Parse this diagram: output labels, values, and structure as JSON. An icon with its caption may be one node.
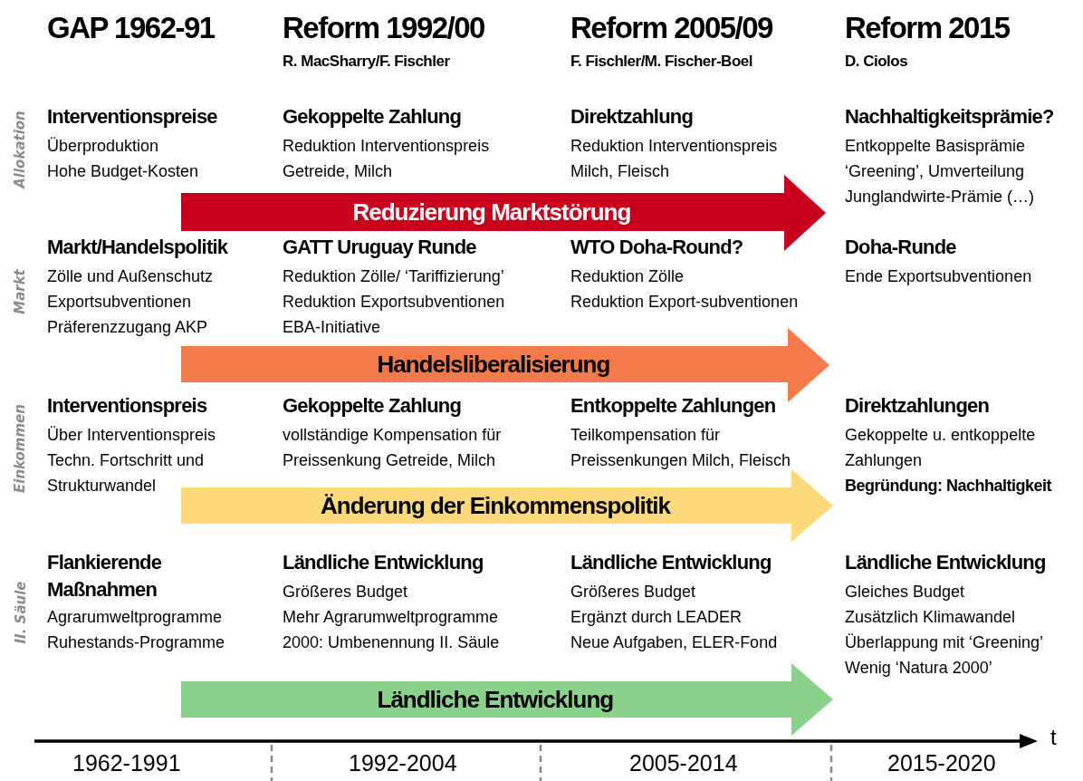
{
  "diagram": {
    "nodes": [
      {
        "text": [
          "Reduzierung Marktstörung"
        ]
      },
      {
        "text": [
          "Handelsliberalisierung"
        ]
      },
      {
        "text": [
          "Änderung der Einkommenspolitik"
        ]
      },
      {
        "text": [
          "Ländliche Entwicklung"
        ]
      }
    ],
    "labels": [
      "GAP 1962-91",
      "Reform 1992/00",
      "Reform 2005/09",
      "Reform 2015",
      "R. MacSharry/F. Fischler",
      "F. Fischler/M. Fischer-Boel",
      "D. Ciolos",
      "Allokation",
      "Interventionspreise",
      "Überproduktion",
      "Hohe Budget-Kosten",
      "Gekoppelte Zahlung",
      "Reduktion Interventionspreis",
      "Getreide, Milch",
      "Direktzahlung",
      "Reduktion Interventionspreis",
      "Milch, Fleisch",
      "Nachhaltigkeitsprämie?",
      "Entkoppelte Basisprämie",
      "‘Greening’, Umverteilung",
      "Junglandwirte-Prämie (…)",
      "Markt",
      "Markt/Handelspolitik",
      "Zölle und Außenschutz",
      "Exportsubventionen",
      "Präferenzzugang AKP",
      "GATT Uruguay Runde",
      "Reduktion Zölle/ ‘Tariffizierung’",
      "Reduktion Exportsubventionen",
      "EBA-Initiative",
      "WTO Doha-Round?",
      "Reduktion Zölle",
      "Reduktion Export-subventionen",
      "Doha-Runde",
      "Ende Exportsubventionen",
      "Einkommen",
      "Interventionspreis",
      "Über Interventionspreis",
      "Techn. Fortschritt und Strukturwandel",
      "Gekoppelte Zahlung",
      "vollständige Kompensation für Preissenkung Getreide, Milch",
      "Entkoppelte Zahlungen",
      "Teilkompensation für Preissenkungen Milch, Fleisch",
      "Direktzahlungen",
      "Gekoppelte u. entkoppelte Zahlungen",
      "Begründung: Nachhaltigkeit",
      "II. Säule",
      "Flankierende Maßnahmen",
      "Agrarumweltprogramme",
      "Ruhestands-Programme",
      "Ländliche Entwicklung",
      "Größeres Budget",
      "Mehr Agrarumweltprogramme",
      "2000: Umbenennung II. Säule",
      "Ländliche Entwicklung",
      "Größeres Budget",
      "Ergänzt durch LEADER",
      "Neue Aufgaben, ELER-Fond",
      "Ländliche Entwicklung",
      "Gleiches Budget",
      "Zusätzlich Klimawandel",
      "Überlappung mit ‘Greening’",
      "Wenig ‘Natura 2000’",
      "t",
      "1962-1991",
      "1992-2004",
      "2005-2014",
      "2015-2020"
    ]
  }
}
